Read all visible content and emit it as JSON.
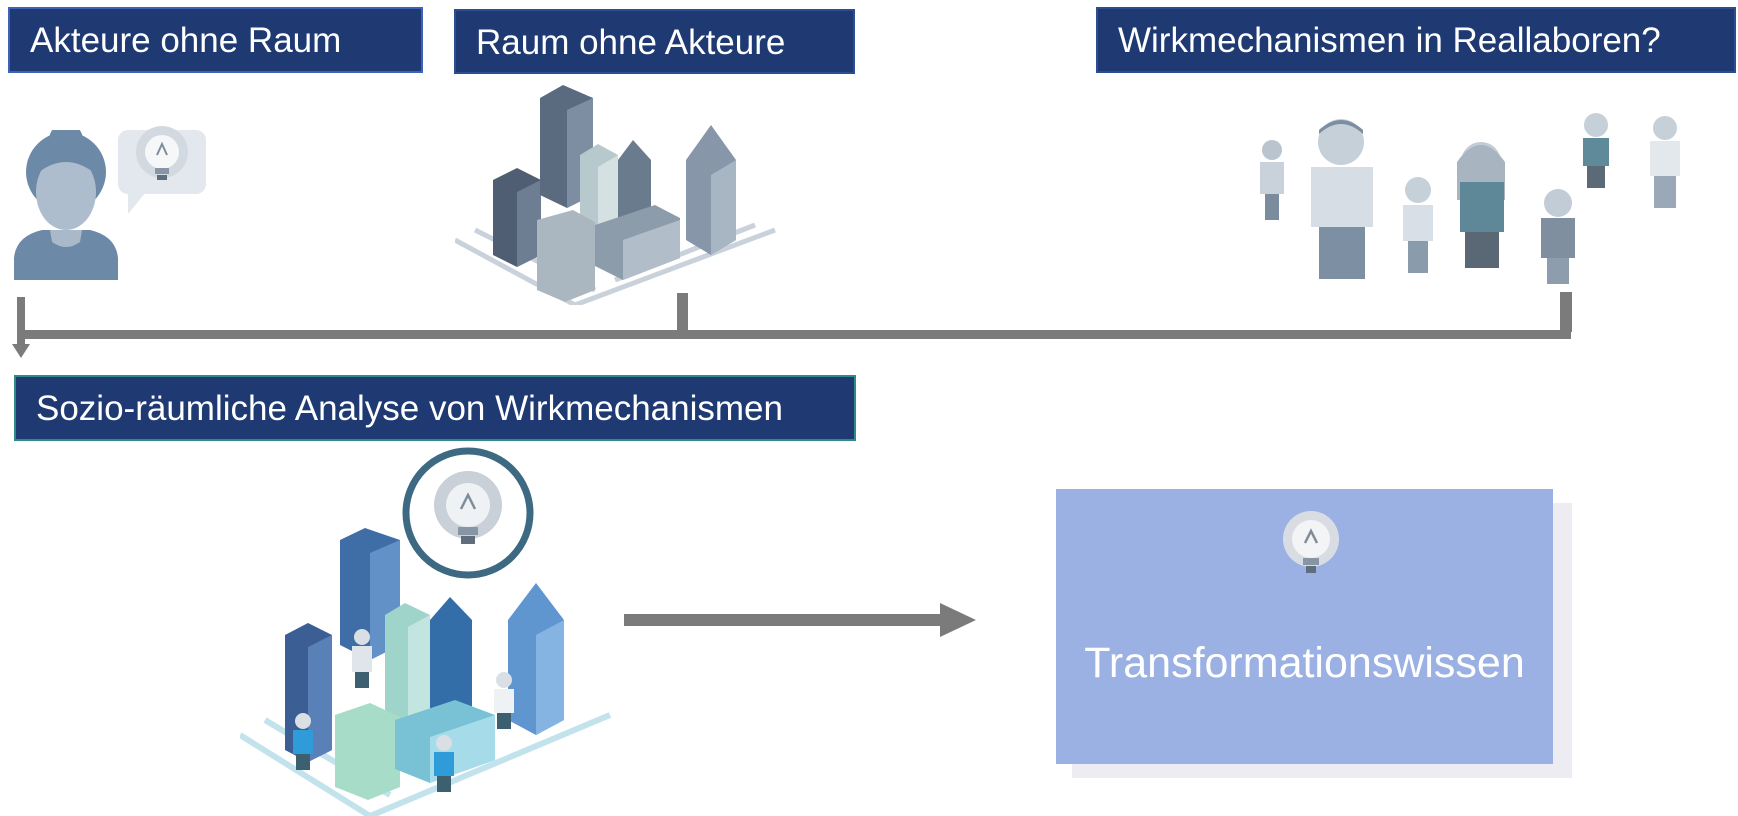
{
  "headers": {
    "actors_without_space": "Akteure ohne Raum",
    "space_without_actors": "Raum ohne Akteure",
    "mechanisms_question": "Wirkmechanismen in Reallaboren?",
    "socio_spatial_analysis": "Sozio-räumliche Analyse von Wirkmechanismen"
  },
  "result": {
    "label": "Transformationswissen"
  },
  "colors": {
    "header_bg": "#1f3a73",
    "result_bg": "#9bb0e3",
    "connector": "#7b7b7b",
    "highlight_ring": "#3d6a82"
  },
  "icons": [
    "woman-icon",
    "lightbulb-speech-icon",
    "city-grey-icon",
    "people-group-icon",
    "city-blue-icon",
    "lightbulb-ring-icon",
    "lightbulb-icon",
    "arrow-right-icon"
  ]
}
